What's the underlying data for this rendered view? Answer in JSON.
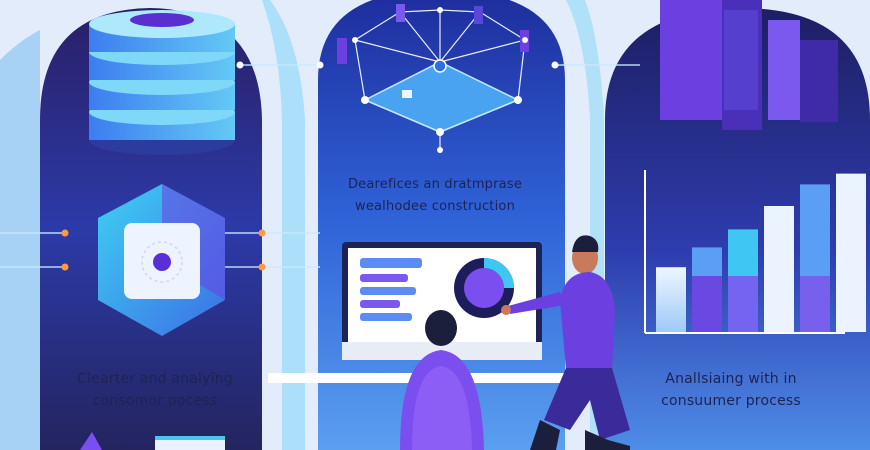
{
  "captions": {
    "left": {
      "line1": "Clearter and analyĩng",
      "line2": "consomor pocess"
    },
    "center": {
      "line1": "Dearefices an dratmprase",
      "line2": "wealhodee construction"
    },
    "right": {
      "line1": "Anallsiaing with in",
      "line2": "consuumer process"
    }
  },
  "chart_data": {
    "type": "bar",
    "categories": [
      "",
      "",
      "",
      "",
      "",
      ""
    ],
    "values": [
      36,
      47,
      57,
      70,
      82,
      88
    ],
    "title": "",
    "xlabel": "",
    "ylabel": "",
    "grid": false
  },
  "colors": {
    "deep_navy": "#1e1d5c",
    "indigo": "#3b3fc4",
    "violet": "#6b3fe0",
    "cyan": "#33c7f0",
    "sky": "#57a8f5",
    "background": "#eef3fb"
  },
  "icons": [
    "database-icon",
    "network-graph-icon",
    "hexagon-node-icon",
    "monitor-icon",
    "donut-chart-icon",
    "person-icon",
    "bar-chart-icon"
  ]
}
